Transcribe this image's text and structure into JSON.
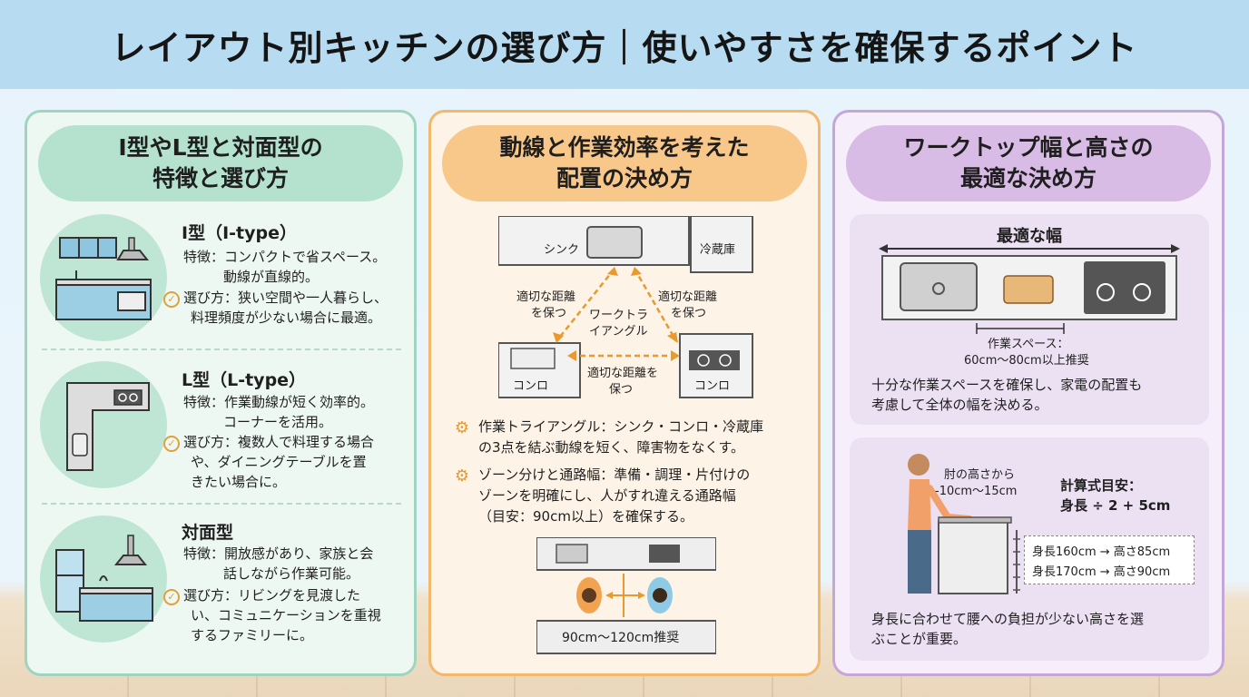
{
  "header": {
    "title": "レイアウト別キッチンの選び方｜使いやすさを確保するポイント"
  },
  "panel1": {
    "title_line1": "I型やL型と対面型の",
    "title_line2": "特徴と選び方",
    "sections": [
      {
        "title": "I型（I-type）",
        "feature_1": "特徴：コンパクトで省スペース。",
        "feature_2": "動線が直線的。",
        "choose_1": "選び方：狭い空間や一人暮らし、",
        "choose_2": "料理頻度が少ない場合に最適。"
      },
      {
        "title": "L型（L-type）",
        "feature_1": "特徴：作業動線が短く効率的。",
        "feature_2": "コーナーを活用。",
        "choose_1": "選び方：複数人で料理する場合",
        "choose_2": "や、ダイニングテーブルを置",
        "choose_3": "きたい場合に。"
      },
      {
        "title": "対面型",
        "feature_1": "特徴：開放感があり、家族と会",
        "feature_2": "話しながら作業可能。",
        "choose_1": "選び方：リビングを見渡した",
        "choose_2": "い、コミュニケーションを重視",
        "choose_3": "するファミリーに。"
      }
    ]
  },
  "panel2": {
    "title_line1": "動線と作業効率を考えた",
    "title_line2": "配置の決め方",
    "diagram": {
      "sink": "シンク",
      "fridge": "冷蔵庫",
      "stove_left": "コンロ",
      "stove_right": "コンロ",
      "triangle_1": "ワークトラ",
      "triangle_2": "イアングル",
      "dist_left_1": "適切な距離",
      "dist_left_2": "を保つ",
      "dist_right_1": "適切な距離",
      "dist_right_2": "を保つ",
      "dist_bottom_1": "適切な距離を",
      "dist_bottom_2": "保つ"
    },
    "point1_line1": "作業トライアングル：シンク・コンロ・冷蔵庫",
    "point1_line2": "の3点を結ぶ動線を短く、障害物をなくす。",
    "point2_line1": "ゾーン分けと通路幅：準備・調理・片付けの",
    "point2_line2": "ゾーンを明確にし、人がすれ違える通路幅",
    "point2_line3": "（目安：90cm以上）を確保する。",
    "aisle_label": "90cm〜120cm推奨"
  },
  "panel3": {
    "title_line1": "ワークトップ幅と高さの",
    "title_line2": "最適な決め方",
    "width_card": {
      "title": "最適な幅",
      "workspace_1": "作業スペース：",
      "workspace_2": "60cm〜80cm以上推奨",
      "desc_1": "十分な作業スペースを確保し、家電の配置も",
      "desc_2": "考慮して全体の幅を決める。"
    },
    "height_card": {
      "elbow_1": "肘の高さから",
      "elbow_2": "-10cm〜15cm",
      "formula_title": "計算式目安：",
      "formula": "身長 ÷ 2 + 5cm",
      "ex_1": "身長160cm → 高さ85cm",
      "ex_2": "身長170cm → 高さ90cm",
      "desc_1": "身長に合わせて腰への負担が少ない高さを選",
      "desc_2": "ぶことが重要。"
    }
  },
  "colors": {
    "header_bg": "#b7dbf1",
    "green": "#9fd5c0",
    "orange": "#f2b86c",
    "purple": "#c5a6d8",
    "arrow": "#e89a2e"
  }
}
